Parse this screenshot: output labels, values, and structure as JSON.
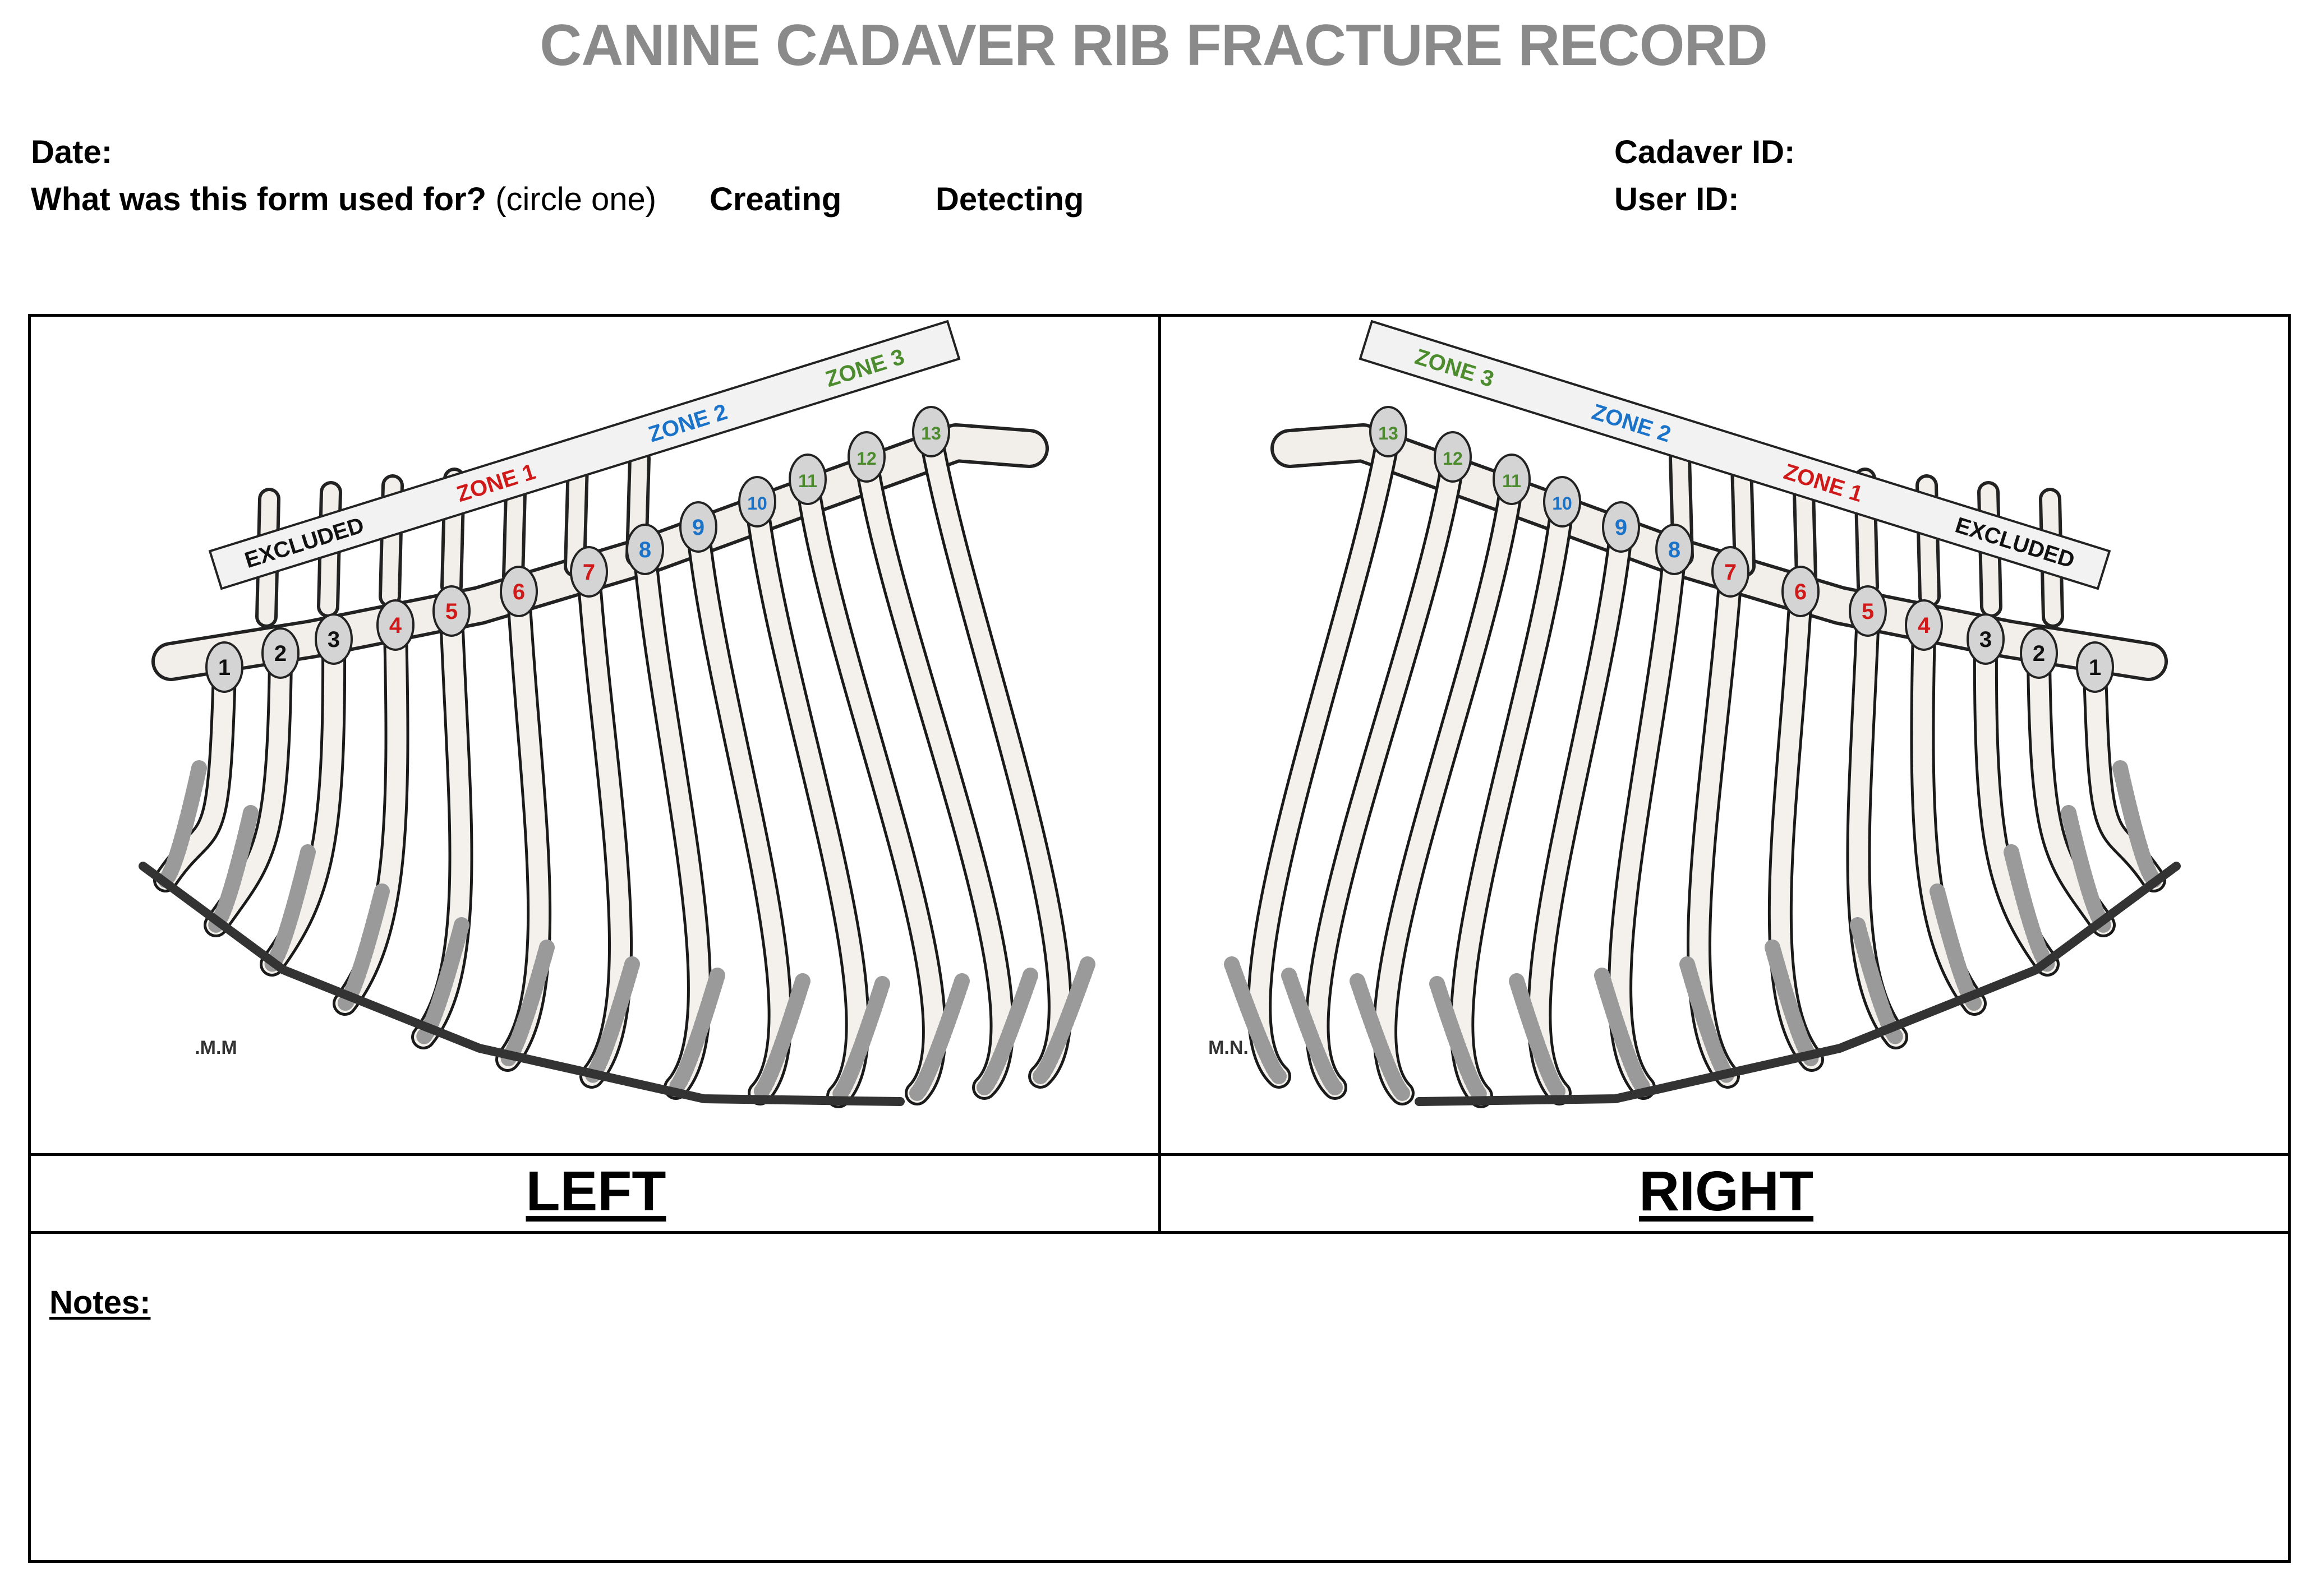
{
  "form": {
    "title": "CANINE CADAVER RIB FRACTURE RECORD",
    "date_label": "Date:",
    "question_label": "What was this form used for?",
    "question_hint": "(circle one)",
    "option_creating": "Creating",
    "option_detecting": "Detecting",
    "cadaver_label": "Cadaver ID:",
    "user_label": "User ID:",
    "notes_label": "Notes:"
  },
  "diagram": {
    "left_label": "LEFT",
    "right_label": "RIGHT",
    "zones": [
      {
        "label": "EXCLUDED",
        "color": "#111111"
      },
      {
        "label": "ZONE 1",
        "color": "#d01919"
      },
      {
        "label": "ZONE 2",
        "color": "#1a73c8"
      },
      {
        "label": "ZONE 3",
        "color": "#4c8c2e"
      }
    ],
    "ribs": [
      {
        "number": "1",
        "zone": 0
      },
      {
        "number": "2",
        "zone": 0
      },
      {
        "number": "3",
        "zone": 0
      },
      {
        "number": "4",
        "zone": 1
      },
      {
        "number": "5",
        "zone": 1
      },
      {
        "number": "6",
        "zone": 1
      },
      {
        "number": "7",
        "zone": 1
      },
      {
        "number": "8",
        "zone": 2
      },
      {
        "number": "9",
        "zone": 2
      },
      {
        "number": "10",
        "zone": 2
      },
      {
        "number": "11",
        "zone": 3
      },
      {
        "number": "12",
        "zone": 3
      },
      {
        "number": "13",
        "zone": 3
      }
    ],
    "artist_mark_left": ".M.M",
    "artist_mark_right": "M.N."
  }
}
